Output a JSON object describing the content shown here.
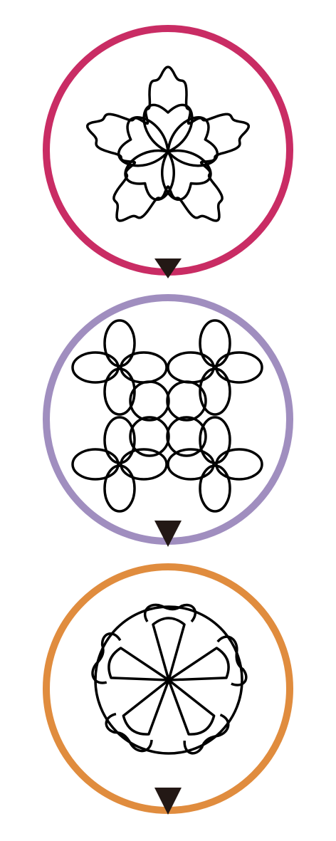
{
  "stages": [
    {
      "id": "stage-1",
      "ring_color": "#c92c64",
      "pattern": "five-petal-flower-with-wavy-star"
    },
    {
      "id": "stage-2",
      "ring_color": "#a08ebf",
      "pattern": "four-by-four-overlapping-loop-lattice"
    },
    {
      "id": "stage-3",
      "ring_color": "#e08c3e",
      "pattern": "five-arm-rosette-with-curled-rim"
    }
  ],
  "stroke_color": "#000000",
  "arrow_color": "#231815",
  "arrow_icon": "triangle-down-icon"
}
